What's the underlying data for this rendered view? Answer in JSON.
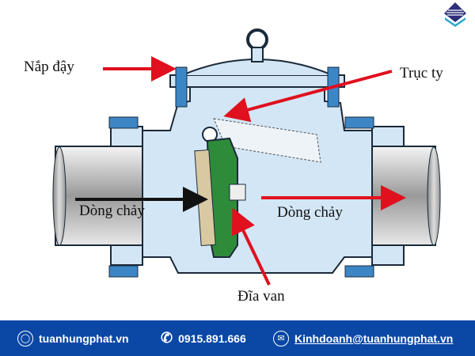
{
  "labels": {
    "cover": "Nắp đậy",
    "shaft": "Trục ty",
    "flow_in": "Dòng chảy",
    "flow_out": "Dòng chảy",
    "disc": "Đĩa van"
  },
  "footer": {
    "website": "tuanhungphat.vn",
    "phone": "0915.891.666",
    "email": "Kinhdoanh@tuanhungphat.vn"
  },
  "colors": {
    "footer_bg": "#0b48a6",
    "arrow": "#e0101e",
    "body": "#cfe4f4",
    "disc": "#2e8b3a"
  },
  "icons": {
    "website": "globe-icon",
    "phone": "phone-icon",
    "email": "envelope-icon",
    "logo": "diamond-logo"
  }
}
